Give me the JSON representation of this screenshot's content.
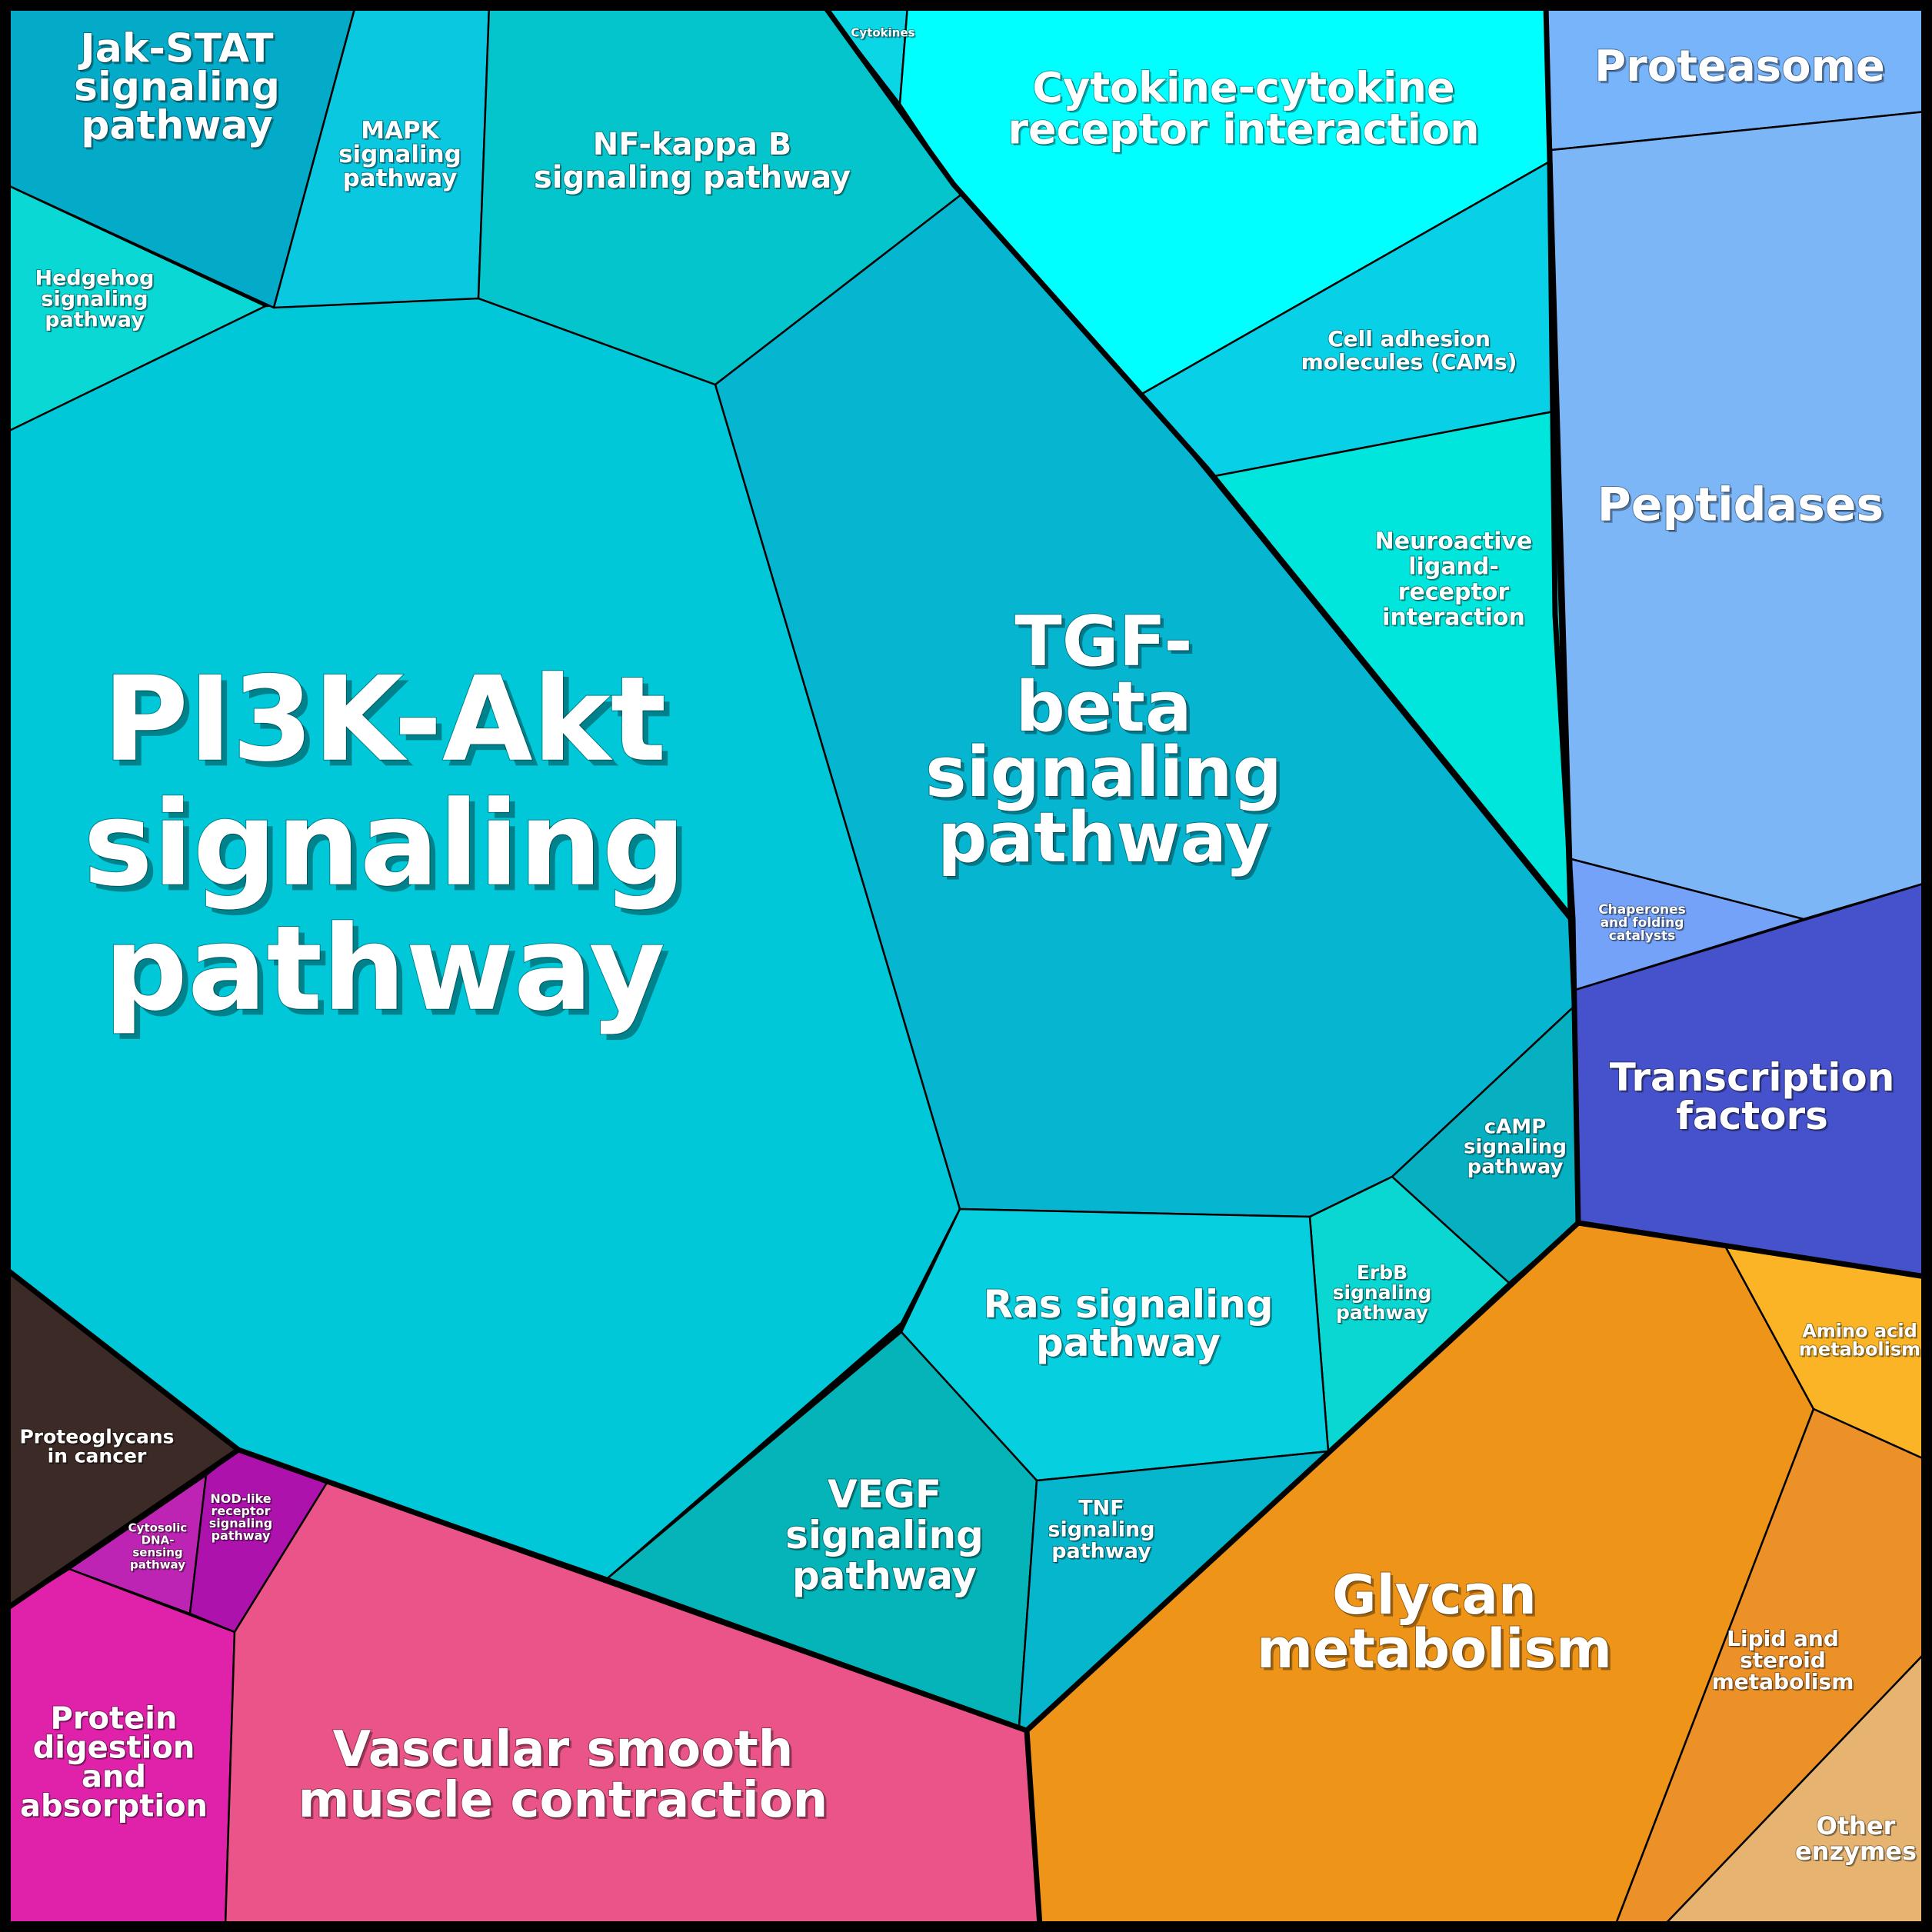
{
  "cells": [
    {
      "id": "pi3k",
      "lines": [
        "PI3K-Akt",
        "signaling",
        "pathway"
      ],
      "color": "#00c8d8"
    },
    {
      "id": "tgf",
      "lines": [
        "TGF-",
        "beta",
        "signaling",
        "pathway"
      ],
      "color": "#06b6d0"
    },
    {
      "id": "jak",
      "lines": [
        "Jak-STAT",
        "signaling",
        "pathway"
      ],
      "color": "#03abc8"
    },
    {
      "id": "mapk",
      "lines": [
        "MAPK",
        "signaling",
        "pathway"
      ],
      "color": "#0ac8e0"
    },
    {
      "id": "nfkb",
      "lines": [
        "NF-kappa B",
        "signaling pathway"
      ],
      "color": "#04c4cc"
    },
    {
      "id": "hedgehog",
      "lines": [
        "Hedgehog",
        "signaling",
        "pathway"
      ],
      "color": "#0ad8d4"
    },
    {
      "id": "cytokines",
      "lines": [
        "Cytokines"
      ],
      "color": "#0ad6e6"
    },
    {
      "id": "cytokine_receptor",
      "lines": [
        "Cytokine-cytokine",
        "receptor interaction"
      ],
      "color": "#00ffff"
    },
    {
      "id": "cams",
      "lines": [
        "Cell adhesion",
        "molecules (CAMs)"
      ],
      "color": "#08d0e6"
    },
    {
      "id": "neuroactive",
      "lines": [
        "Neuroactive",
        "ligand-",
        "receptor",
        "interaction"
      ],
      "color": "#00e6dc"
    },
    {
      "id": "proteasome",
      "lines": [
        "Proteasome"
      ],
      "color": "#78b4fa"
    },
    {
      "id": "peptidases",
      "lines": [
        "Peptidases"
      ],
      "color": "#7cb6f6"
    },
    {
      "id": "chaperones",
      "lines": [
        "Chaperones",
        "and folding",
        "catalysts"
      ],
      "color": "#74a2f8"
    },
    {
      "id": "tf",
      "lines": [
        "Transcription",
        "factors"
      ],
      "color": "#4652cc"
    },
    {
      "id": "camp",
      "lines": [
        "cAMP",
        "signaling",
        "pathway"
      ],
      "color": "#06b0c0"
    },
    {
      "id": "erbb",
      "lines": [
        "ErbB",
        "signaling",
        "pathway"
      ],
      "color": "#0ad6d2"
    },
    {
      "id": "ras",
      "lines": [
        "Ras signaling",
        "pathway"
      ],
      "color": "#06d0e0"
    },
    {
      "id": "vegf",
      "lines": [
        "VEGF",
        "signaling",
        "pathway"
      ],
      "color": "#04b4b8"
    },
    {
      "id": "tnf",
      "lines": [
        "TNF",
        "signaling",
        "pathway"
      ],
      "color": "#06b6cc"
    },
    {
      "id": "glycan",
      "lines": [
        "Glycan",
        "metabolism"
      ],
      "color": "#ee9418"
    },
    {
      "id": "amino",
      "lines": [
        "Amino acid",
        "metabolism"
      ],
      "color": "#fbb426"
    },
    {
      "id": "lipid",
      "lines": [
        "Lipid and",
        "steroid",
        "metabolism"
      ],
      "color": "#ec9028"
    },
    {
      "id": "other",
      "lines": [
        "Other",
        "enzymes"
      ],
      "color": "#e6b470"
    },
    {
      "id": "proteoglycans",
      "lines": [
        "Proteoglycans",
        "in cancer"
      ],
      "color": "#3c2a26"
    },
    {
      "id": "cytosolic",
      "lines": [
        "Cytosolic",
        "DNA-",
        "sensing",
        "pathway"
      ],
      "color": "#be24b4"
    },
    {
      "id": "nod",
      "lines": [
        "NOD-like",
        "receptor",
        "signaling",
        "pathway"
      ],
      "color": "#ae12ac"
    },
    {
      "id": "protein_digestion",
      "lines": [
        "Protein",
        "digestion",
        "and",
        "absorption"
      ],
      "color": "#e022aa"
    },
    {
      "id": "vascular",
      "lines": [
        "Vascular smooth",
        "muscle contraction"
      ],
      "color": "#ea5488"
    }
  ]
}
